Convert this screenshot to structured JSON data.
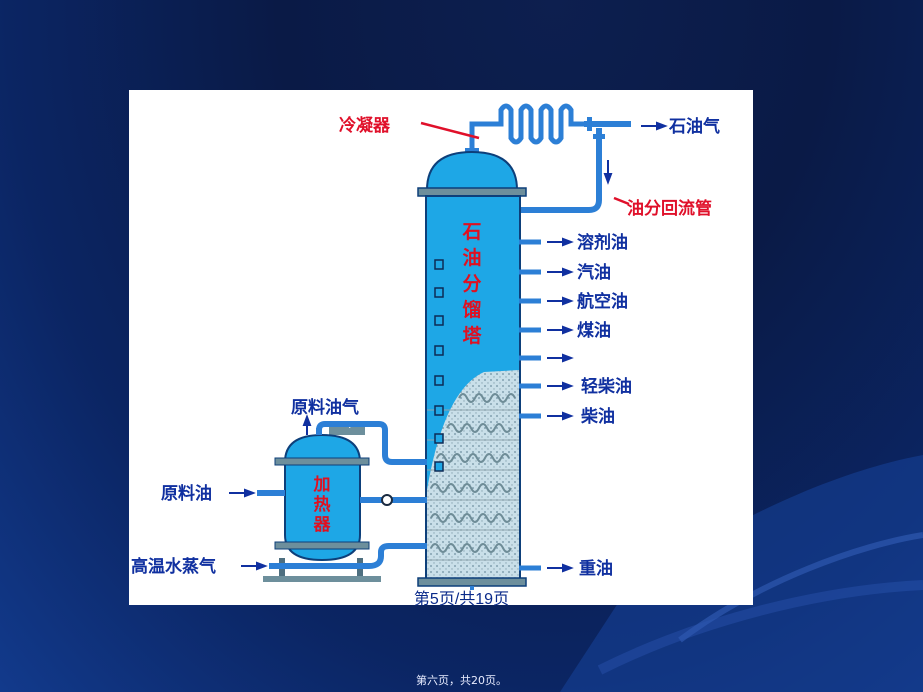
{
  "diagram": {
    "tower_label": "石油分馏塔",
    "tower_chars": [
      "石",
      "油",
      "分",
      "馏",
      "塔"
    ],
    "heater_chars": [
      "加",
      "热",
      "器"
    ],
    "labels": {
      "condenser": "冷凝器",
      "petroleum_gas": "石油气",
      "reflux_pipe": "油分回流管",
      "solvent_oil": "溶剂油",
      "gasoline": "汽油",
      "jet_fuel": "航空油",
      "kerosene": "煤油",
      "light_diesel": "轻柴油",
      "diesel": "柴油",
      "feed_oil_vapor": "原料油气",
      "feed_oil": "原料油",
      "hot_steam": "高温水蒸气",
      "heavy_oil": "重油"
    }
  },
  "page_counter": {
    "prefix": "第",
    "current": "5",
    "middle": "页/共",
    "total": "19",
    "suffix": "页"
  },
  "footer_note": "第六页，共20页。",
  "colors": {
    "tower_fill": "#1ea7e6",
    "pipe": "#2c7fd6",
    "label_blue": "#1030a0",
    "label_red": "#e0102a",
    "tower_text": "#e01020"
  }
}
